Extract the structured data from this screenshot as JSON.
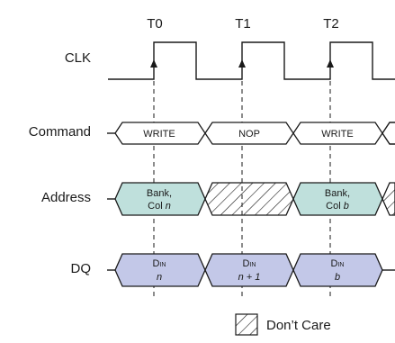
{
  "clock": {
    "labels": [
      "T0",
      "T1",
      "T2"
    ]
  },
  "rows": {
    "clk": "CLK",
    "command": "Command",
    "address": "Address",
    "dq": "DQ"
  },
  "command_cells": [
    "WRITE",
    "NOP",
    "WRITE"
  ],
  "address_cells": [
    {
      "line1": "Bank,",
      "line2_prefix": "Col ",
      "line2_var": "n"
    },
    {
      "dont_care": true
    },
    {
      "line1": "Bank,",
      "line2_prefix": "Col ",
      "line2_var": "b"
    }
  ],
  "dq_cells": [
    {
      "line1_main": "D",
      "line1_sub": "IN",
      "line2": "n"
    },
    {
      "line1_main": "D",
      "line1_sub": "IN",
      "line2": "n + 1"
    },
    {
      "line1_main": "D",
      "line1_sub": "IN",
      "line2": "b"
    }
  ],
  "legend": {
    "label": "Don’t Care"
  },
  "colors": {
    "address_fill": "#bfe0dc",
    "dq_fill": "#c3c8e8",
    "command_fill": "#ffffff",
    "line": "#1a1a1a"
  }
}
